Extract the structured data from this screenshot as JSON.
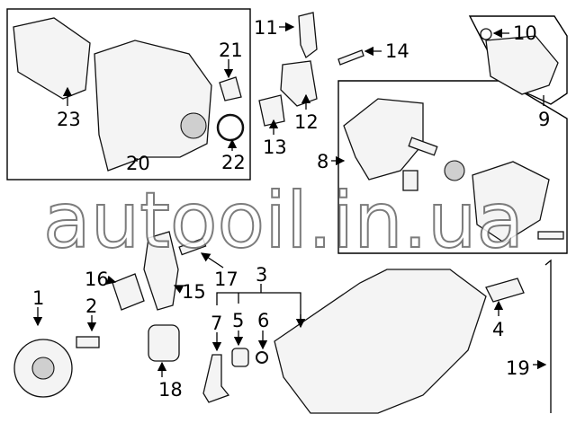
{
  "diagram": {
    "title": "Engine parts exploded view",
    "watermark": "autooil.in.ua",
    "callouts": [
      "1",
      "2",
      "3",
      "4",
      "5",
      "6",
      "7",
      "8",
      "9",
      "10",
      "11",
      "12",
      "13",
      "14",
      "15",
      "16",
      "17",
      "18",
      "19",
      "20",
      "21",
      "22",
      "23"
    ]
  }
}
